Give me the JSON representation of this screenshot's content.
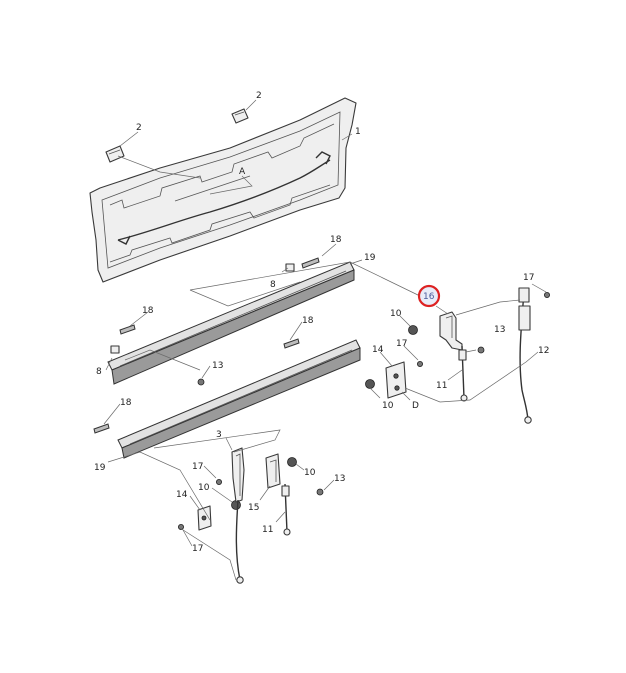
{
  "diagram": {
    "callouts": {
      "c1": "1",
      "c2a": "2",
      "c2b": "2",
      "cA": "A",
      "c18a": "18",
      "c19a": "19",
      "c8a": "8",
      "c16": "16",
      "c17a": "17",
      "c10a": "10",
      "c18b": "18",
      "c13a": "13",
      "c17b": "17",
      "c14a": "14",
      "c12": "12",
      "c8b": "8",
      "c13b": "13",
      "c18c": "18",
      "c11a": "11",
      "c10b": "10",
      "cD": "D",
      "c18d": "18",
      "c19b": "19",
      "c3": "3",
      "c17c": "17",
      "c10c": "10",
      "c10d": "10",
      "c13c": "13",
      "c14b": "14",
      "c15": "15",
      "c11b": "11",
      "c17d": "17"
    },
    "highlighted_part": "16",
    "highlight_color": "#dd2222"
  }
}
